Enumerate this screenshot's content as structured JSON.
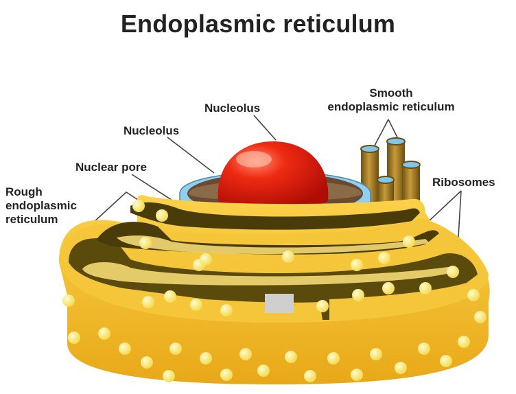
{
  "title": "Endoplasmic reticulum",
  "labels": {
    "nucleolus_top": "Nucleolus",
    "nucleolus_side": "Nucleolus",
    "nuclear_pore": "Nuclear pore",
    "smooth_er": [
      "Smooth",
      "endoplasmic reticulum"
    ],
    "ribosomes": "Ribosomes",
    "rough_er": [
      "Rough",
      "endoplasmic",
      "reticulum"
    ]
  },
  "colors": {
    "er_yellow": "#f2c230",
    "er_yellow_light": "#fde27a",
    "er_dark_channel": "#5a4a0c",
    "ribosome": "#fff27a",
    "nucleolus_red": "#d8140a",
    "nuclear_envelope": "#8fd0f0",
    "smooth_er_tube": "#9a7320"
  }
}
